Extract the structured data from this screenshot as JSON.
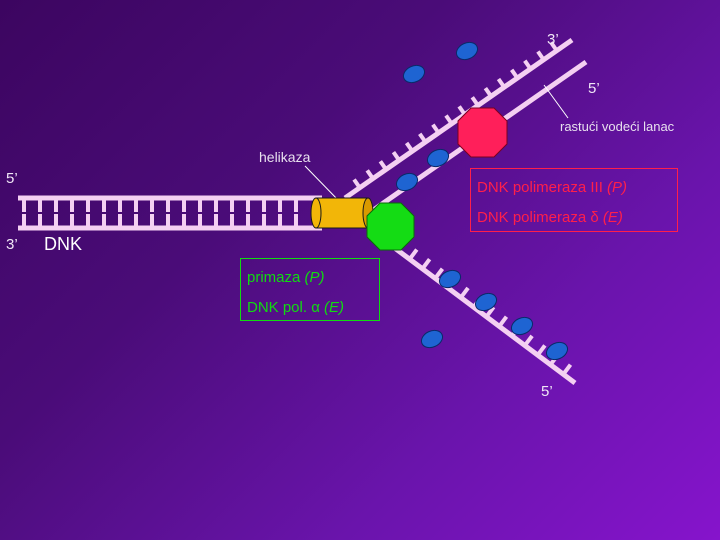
{
  "labels": {
    "top_strand_3prime": "3’",
    "top_strand_5prime": "5’",
    "leading_strand": "rastući vodeći lanac",
    "helicase": "helikaza",
    "dna_left_5prime": "5’",
    "dna_left_3prime": "3’",
    "dna": "DNK",
    "bottom_strand_5prime": "5’"
  },
  "polymerase_box": {
    "line1_text": "DNK polimeraza III ",
    "line1_italic": "(P)",
    "line2_text": "DNK polimeraza δ ",
    "line2_italic": "(E)"
  },
  "primase_box": {
    "line1_text": "primaza ",
    "line1_italic": "(P)",
    "line2_text": "DNK pol. α ",
    "line2_italic": "(E)"
  },
  "colors": {
    "strand": "#f4d0f2",
    "helicase": "#f2b608",
    "polymerase": "#ff1f5a",
    "primase": "#14dc14",
    "protein": "#1e64d2"
  }
}
